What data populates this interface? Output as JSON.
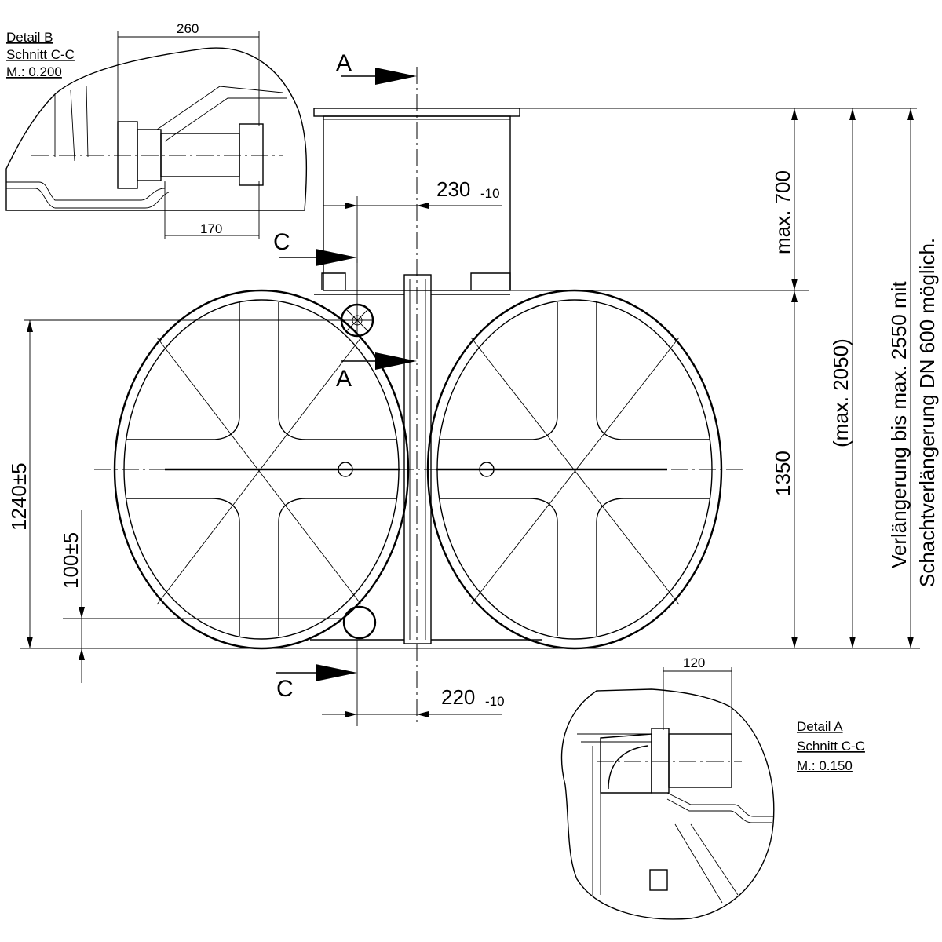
{
  "labels": {
    "section_a_top": "A",
    "section_a_mid": "A",
    "section_c_top": "C",
    "section_c_bottom": "C"
  },
  "dimensions": {
    "dim_230_main": "230",
    "dim_230_sub": "-10",
    "dim_220_main": "220",
    "dim_220_sub": "-10",
    "dim_max700": "max. 700",
    "dim_1350": "1350",
    "dim_max2050": "(max. 2050)",
    "dim_1240": "1240±5",
    "dim_100": "100±5",
    "dim_260": "260",
    "dim_170": "170",
    "dim_120": "120"
  },
  "notes": {
    "extension_line1": "Verlängerung bis max. 2550 mit",
    "extension_line2": "Schachtverlängerung DN 600 möglich."
  },
  "detail_b": {
    "title": "Detail B",
    "section": "Schnitt C-C",
    "scale": "M.: 0.200"
  },
  "detail_a": {
    "title": "Detail A",
    "section": "Schnitt C-C",
    "scale": "M.: 0.150"
  }
}
